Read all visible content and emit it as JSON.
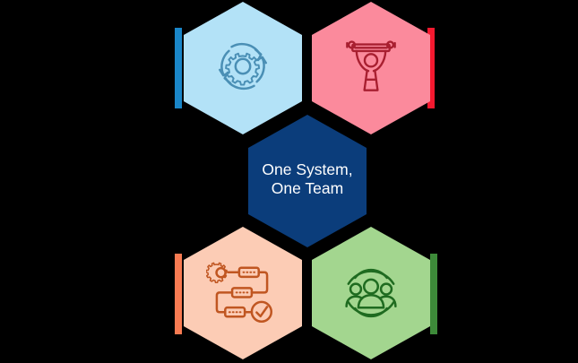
{
  "diagram": {
    "title": "One System, One Team hexagon cluster",
    "background_color": "#000000",
    "center": {
      "label_line1": "One System,",
      "label_line2": "One Team",
      "label_full": "One System,\nOne Team",
      "fill_color": "#0b3d7b",
      "text_color": "#ffffff"
    },
    "nodes": [
      {
        "id": "top-left",
        "position": "top-left",
        "icon_name": "gear-refresh-cycle-icon",
        "fill_color": "#b3e2f7",
        "icon_color": "#4a8fb5",
        "accent_color": "#1a86c8",
        "accent_side": "left"
      },
      {
        "id": "top-right",
        "position": "top-right",
        "icon_name": "person-lifting-barbell-icon",
        "fill_color": "#fb8a9c",
        "icon_color": "#a81f30",
        "accent_color": "#f5192f",
        "accent_side": "right"
      },
      {
        "id": "bottom-left",
        "position": "bottom-left",
        "icon_name": "workflow-process-checkmark-icon",
        "fill_color": "#fcccb5",
        "icon_color": "#c05621",
        "accent_color": "#f87b52",
        "accent_side": "left"
      },
      {
        "id": "bottom-right",
        "position": "bottom-right",
        "icon_name": "team-group-people-icon",
        "fill_color": "#a3d68f",
        "icon_color": "#1f6b20",
        "accent_color": "#3d8a39",
        "accent_side": "right"
      }
    ]
  }
}
